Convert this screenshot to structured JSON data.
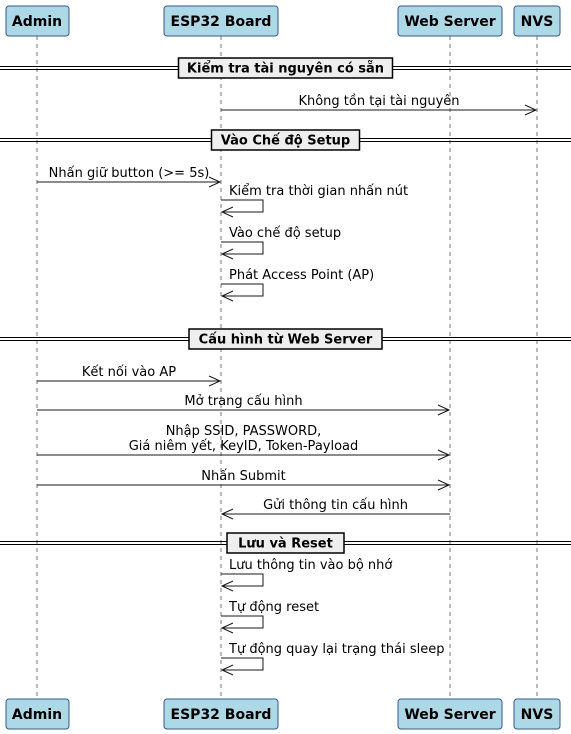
{
  "participants": [
    {
      "id": "admin",
      "label": "Admin"
    },
    {
      "id": "esp32",
      "label": "ESP32 Board"
    },
    {
      "id": "web",
      "label": "Web Server"
    },
    {
      "id": "nvs",
      "label": "NVS"
    }
  ],
  "sections": [
    {
      "label": "Kiểm tra tài nguyên có sẵn"
    },
    {
      "label": "Vào Chế độ Setup"
    },
    {
      "label": "Cấu hình từ Web Server"
    },
    {
      "label": "Lưu và Reset"
    }
  ],
  "messages": [
    {
      "from": "esp32",
      "to": "nvs",
      "text": [
        "Không tồn tại tài nguyên"
      ]
    },
    {
      "from": "admin",
      "to": "esp32",
      "text": [
        "Nhấn giữ button (>= 5s)"
      ]
    },
    {
      "from": "esp32",
      "to": "esp32",
      "text": [
        "Kiểm tra thời gian nhấn nút"
      ]
    },
    {
      "from": "esp32",
      "to": "esp32",
      "text": [
        "Vào chế độ setup"
      ]
    },
    {
      "from": "esp32",
      "to": "esp32",
      "text": [
        "Phát Access Point (AP)"
      ]
    },
    {
      "from": "admin",
      "to": "esp32",
      "text": [
        "Kết nối vào AP"
      ]
    },
    {
      "from": "admin",
      "to": "web",
      "text": [
        "Mở trang cấu hình"
      ]
    },
    {
      "from": "admin",
      "to": "web",
      "text": [
        "Nhập SSID, PASSWORD,",
        "Giá niêm yết, KeyID, Token-Payload"
      ]
    },
    {
      "from": "admin",
      "to": "web",
      "text": [
        "Nhấn Submit"
      ]
    },
    {
      "from": "web",
      "to": "esp32",
      "text": [
        "Gửi thông tin cấu hình"
      ]
    },
    {
      "from": "esp32",
      "to": "esp32",
      "text": [
        "Lưu thông tin vào bộ nhớ"
      ]
    },
    {
      "from": "esp32",
      "to": "esp32",
      "text": [
        "Tự động reset"
      ]
    },
    {
      "from": "esp32",
      "to": "esp32",
      "text": [
        "Tự động quay lại trạng thái sleep"
      ]
    }
  ]
}
